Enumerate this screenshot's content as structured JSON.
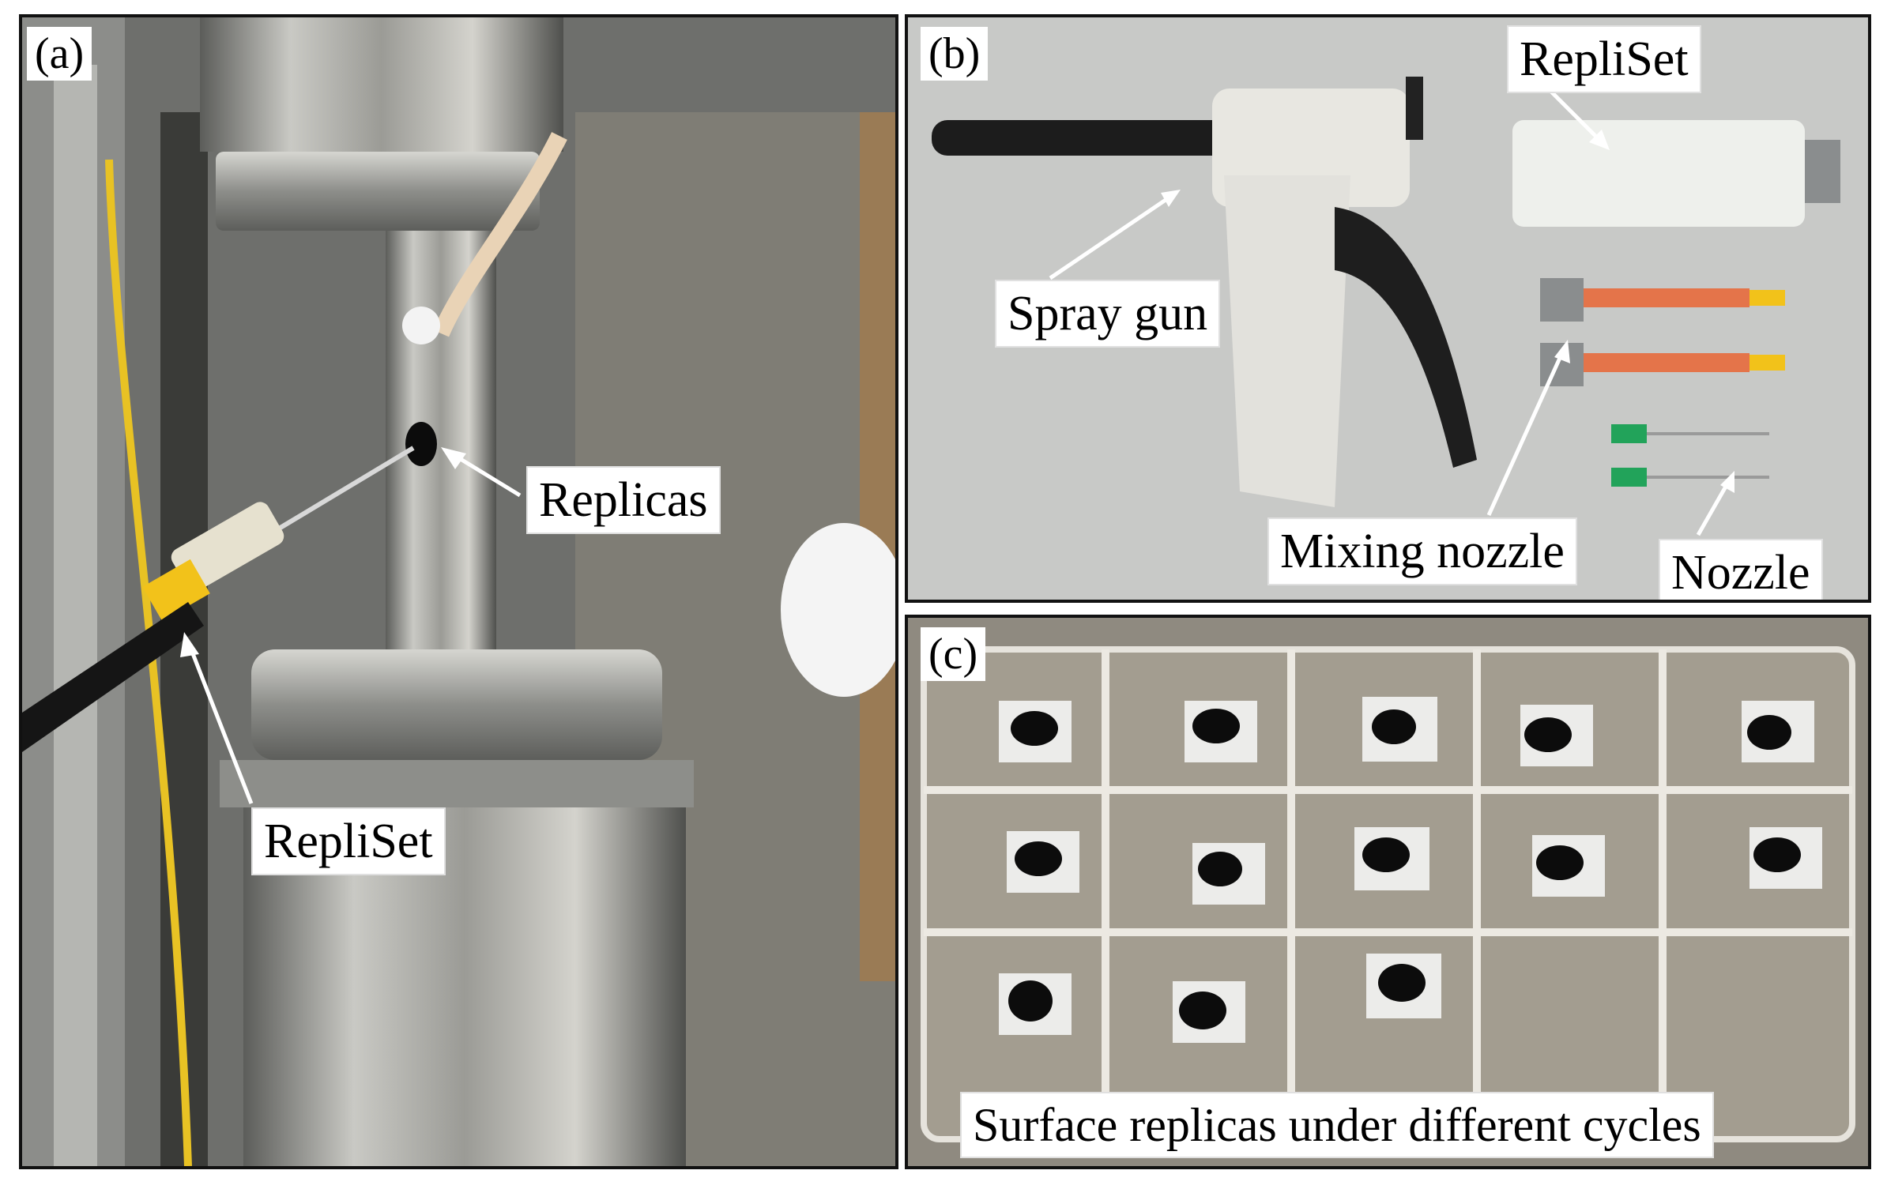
{
  "panels": {
    "a": {
      "tag": "(a)",
      "labels": {
        "replicas": "Replicas",
        "repliset": "RepliSet"
      }
    },
    "b": {
      "tag": "(b)",
      "labels": {
        "repliset": "RepliSet",
        "spray_gun": "Spray gun",
        "mixing_nozzle": "Mixing nozzle",
        "nozzle": "Nozzle"
      }
    },
    "c": {
      "tag": "(c)",
      "caption": "Surface replicas under different cycles"
    }
  },
  "colors": {
    "frame": "#111111",
    "panel_a_bg": "#6e6f6c",
    "panel_b_bg": "#c8c9c7",
    "panel_c_bg": "#8f8a80",
    "metal": "#a9aaa6",
    "replica": "#0c0c0c",
    "nozzle_orange": "#e4744a",
    "nozzle_yellow": "#f2c21a",
    "needle_green": "#22a35a",
    "label_bg": "#ffffff"
  }
}
